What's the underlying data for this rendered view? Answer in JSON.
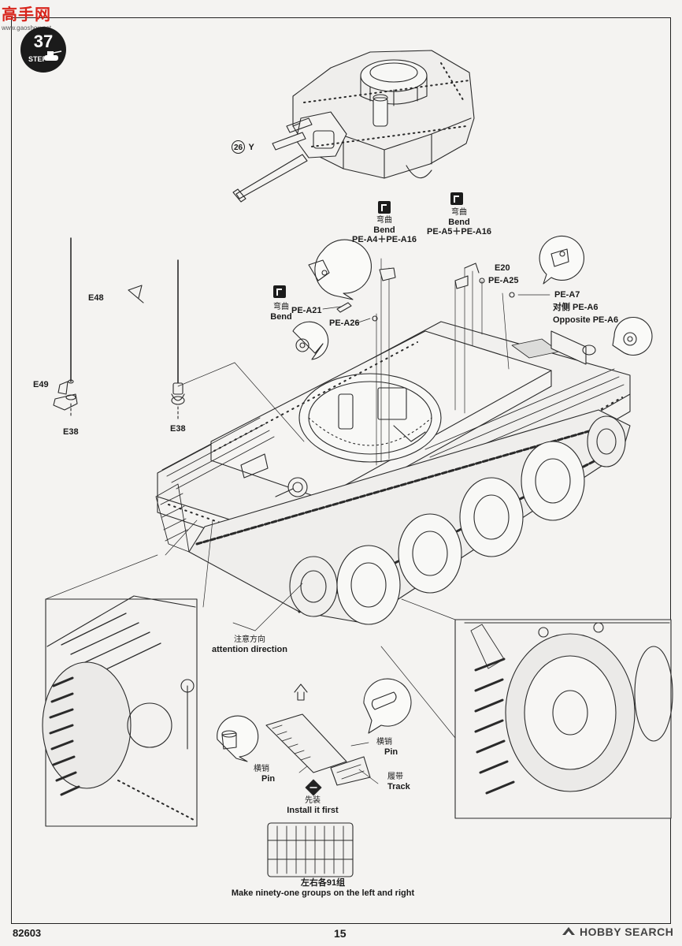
{
  "watermark": {
    "logo": "高手网",
    "url": "www.gaoshou.net"
  },
  "step": {
    "number": "37",
    "word": "STEP"
  },
  "callouts": {
    "circled_ref": "26",
    "part_y": "Y",
    "bend_cn_1": "弯曲",
    "bend_en_1": "Bend",
    "pe_a4_a16": "PE-A4＋PE-A16",
    "bend_cn_2": "弯曲",
    "bend_en_2": "Bend",
    "pe_a5_a16": "PE-A5＋PE-A16",
    "e20": "E20",
    "pe_a25": "PE-A25",
    "pe_a7": "PE-A7",
    "opposite_cn": "对侧 PE-A6",
    "opposite_en": "Opposite PE-A6",
    "bend_cn_3": "弯曲",
    "bend_en_3": "Bend",
    "pe_a21": "PE-A21",
    "pe_a26": "PE-A26",
    "e48": "E48",
    "e49": "E49",
    "e38_left": "E38",
    "e38_right": "E38",
    "attention_cn": "注意方向",
    "attention_en": "attention direction",
    "pin_cn_right": "横销",
    "pin_en_right": "Pin",
    "pin_cn_left": "横销",
    "pin_en_left": "Pin",
    "track_cn": "履带",
    "track_en": "Track",
    "install_cn": "先装",
    "install_en": "Install it first",
    "groups_cn": "左右各91组",
    "groups_en": "Make ninety-one groups on the left and right"
  },
  "footer": {
    "code": "82603",
    "page": "15",
    "brand": "HOBBY SEARCH"
  }
}
